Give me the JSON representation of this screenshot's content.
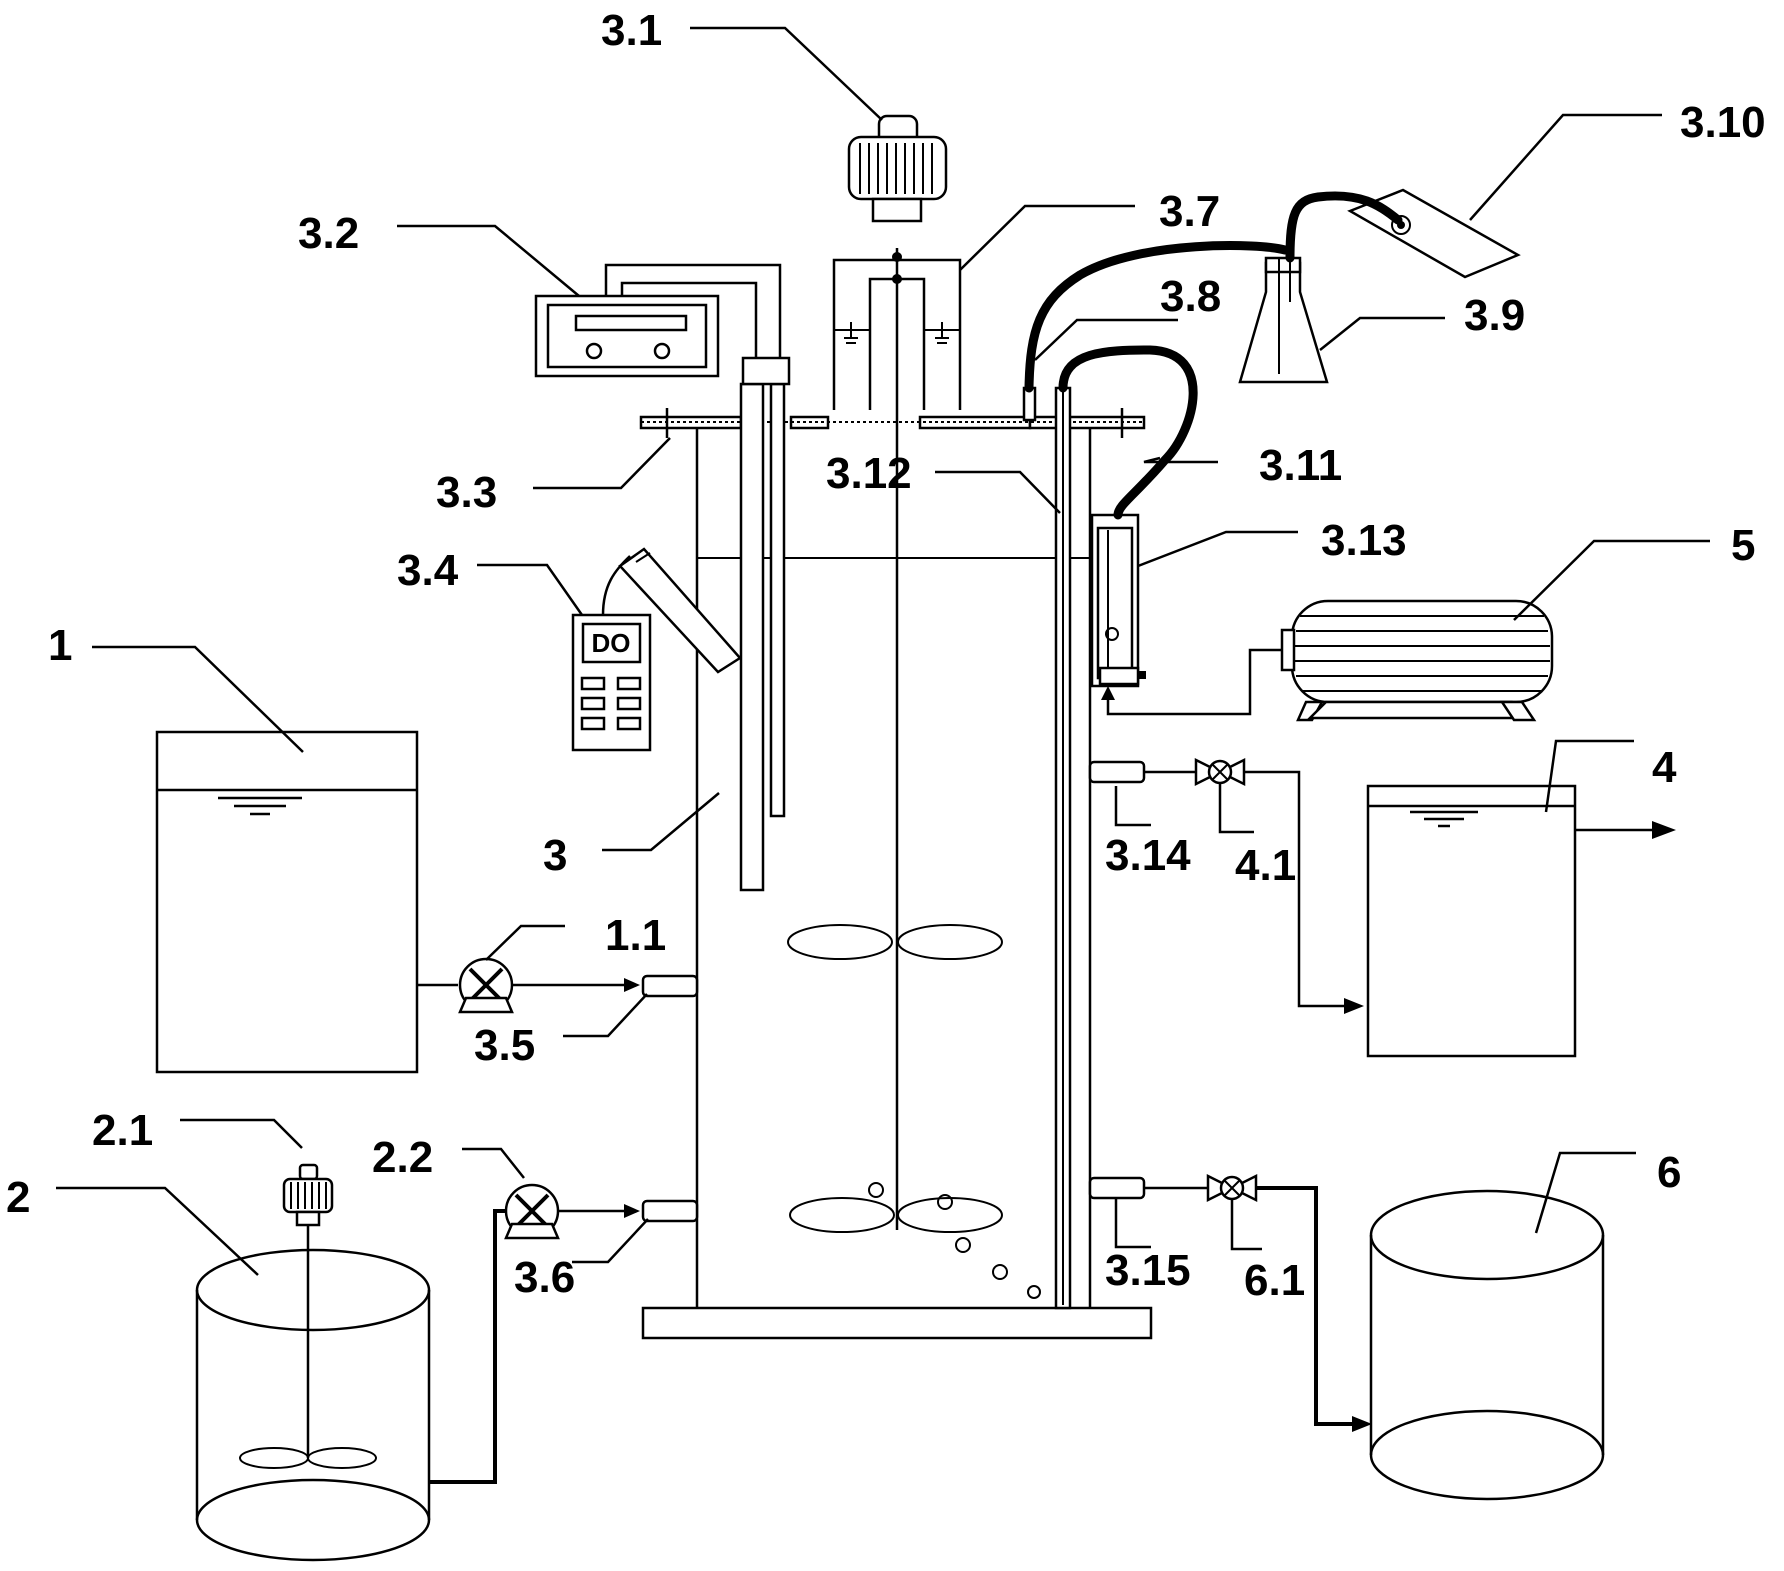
{
  "labels": {
    "l1": "1",
    "l1_1": "1.1",
    "l2": "2",
    "l2_1": "2.1",
    "l2_2": "2.2",
    "l3": "3",
    "l3_1": "3.1",
    "l3_2": "3.2",
    "l3_3": "3.3",
    "l3_4": "3.4",
    "l3_5": "3.5",
    "l3_6": "3.6",
    "l3_7": "3.7",
    "l3_8": "3.8",
    "l3_9": "3.9",
    "l3_10": "3.10",
    "l3_11": "3.11",
    "l3_12": "3.12",
    "l3_13": "3.13",
    "l3_14": "3.14",
    "l3_15": "3.15",
    "l4": "4",
    "l4_1": "4.1",
    "l5": "5",
    "l6": "6",
    "l6_1": "6.1"
  },
  "do_meter": {
    "display": "DO"
  }
}
